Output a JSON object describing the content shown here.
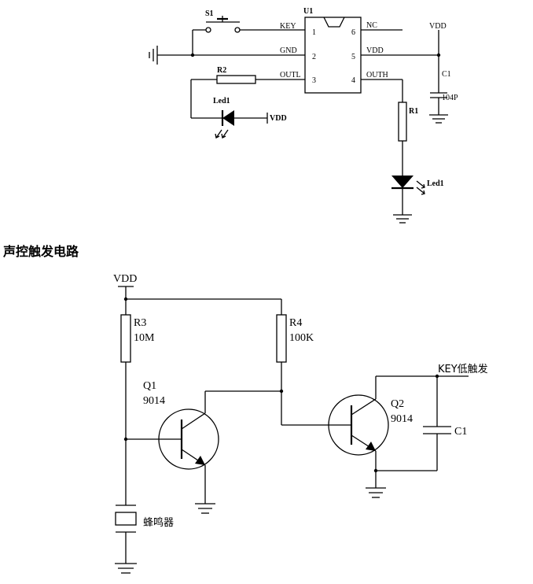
{
  "circuit1": {
    "switch": "S1",
    "chip": "U1",
    "pins_left": [
      {
        "name": "KEY",
        "num": "1"
      },
      {
        "name": "GND",
        "num": "2"
      },
      {
        "name": "OUTL",
        "num": "3"
      }
    ],
    "pins_right": [
      {
        "name": "NC",
        "num": "6"
      },
      {
        "name": "VDD",
        "num": "5"
      },
      {
        "name": "OUTH",
        "num": "4"
      }
    ],
    "r2": "R2",
    "r1": "R1",
    "led_left": "Led1",
    "led_right": "Led1",
    "vdd_led": "VDD",
    "vdd_right": "VDD",
    "cap": "C1",
    "cap_value": "104P"
  },
  "section_title": "声控触发电路",
  "circuit2": {
    "vdd": "VDD",
    "r3": "R3",
    "r3_value": "10M",
    "r4": "R4",
    "r4_value": "100K",
    "q1": "Q1",
    "q1_type": "9014",
    "q2": "Q2",
    "q2_type": "9014",
    "key_out": "KEY低触发",
    "cap": "C1",
    "buzzer": "蜂鸣器"
  }
}
